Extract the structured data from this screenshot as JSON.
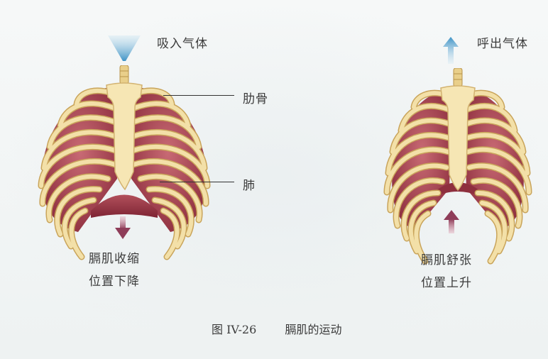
{
  "figure": {
    "caption_number": "图 IV-26",
    "caption_title": "膈肌的运动"
  },
  "panels": [
    {
      "name": "inhalation",
      "airflow_label": "吸入气体",
      "airflow_direction": "down",
      "diaphragm_label_line1": "膈肌收缩",
      "diaphragm_label_line2": "位置下降",
      "diaphragm_arrow": "down"
    },
    {
      "name": "exhalation",
      "airflow_label": "呼出气体",
      "airflow_direction": "up",
      "diaphragm_label_line1": "膈肌舒张",
      "diaphragm_label_line2": "位置上升",
      "diaphragm_arrow": "up"
    }
  ],
  "annotations": {
    "rib": "肋骨",
    "lung": "肺"
  },
  "colors": {
    "bone": "#f1dca0",
    "bone_edge": "#c9a45a",
    "lung": "#b5505e",
    "lung_dark": "#8e2f3e",
    "air_arrow": "#5aa6cf",
    "diaphragm_arrow": "#9a4a63",
    "background": "#f4f6f6"
  }
}
